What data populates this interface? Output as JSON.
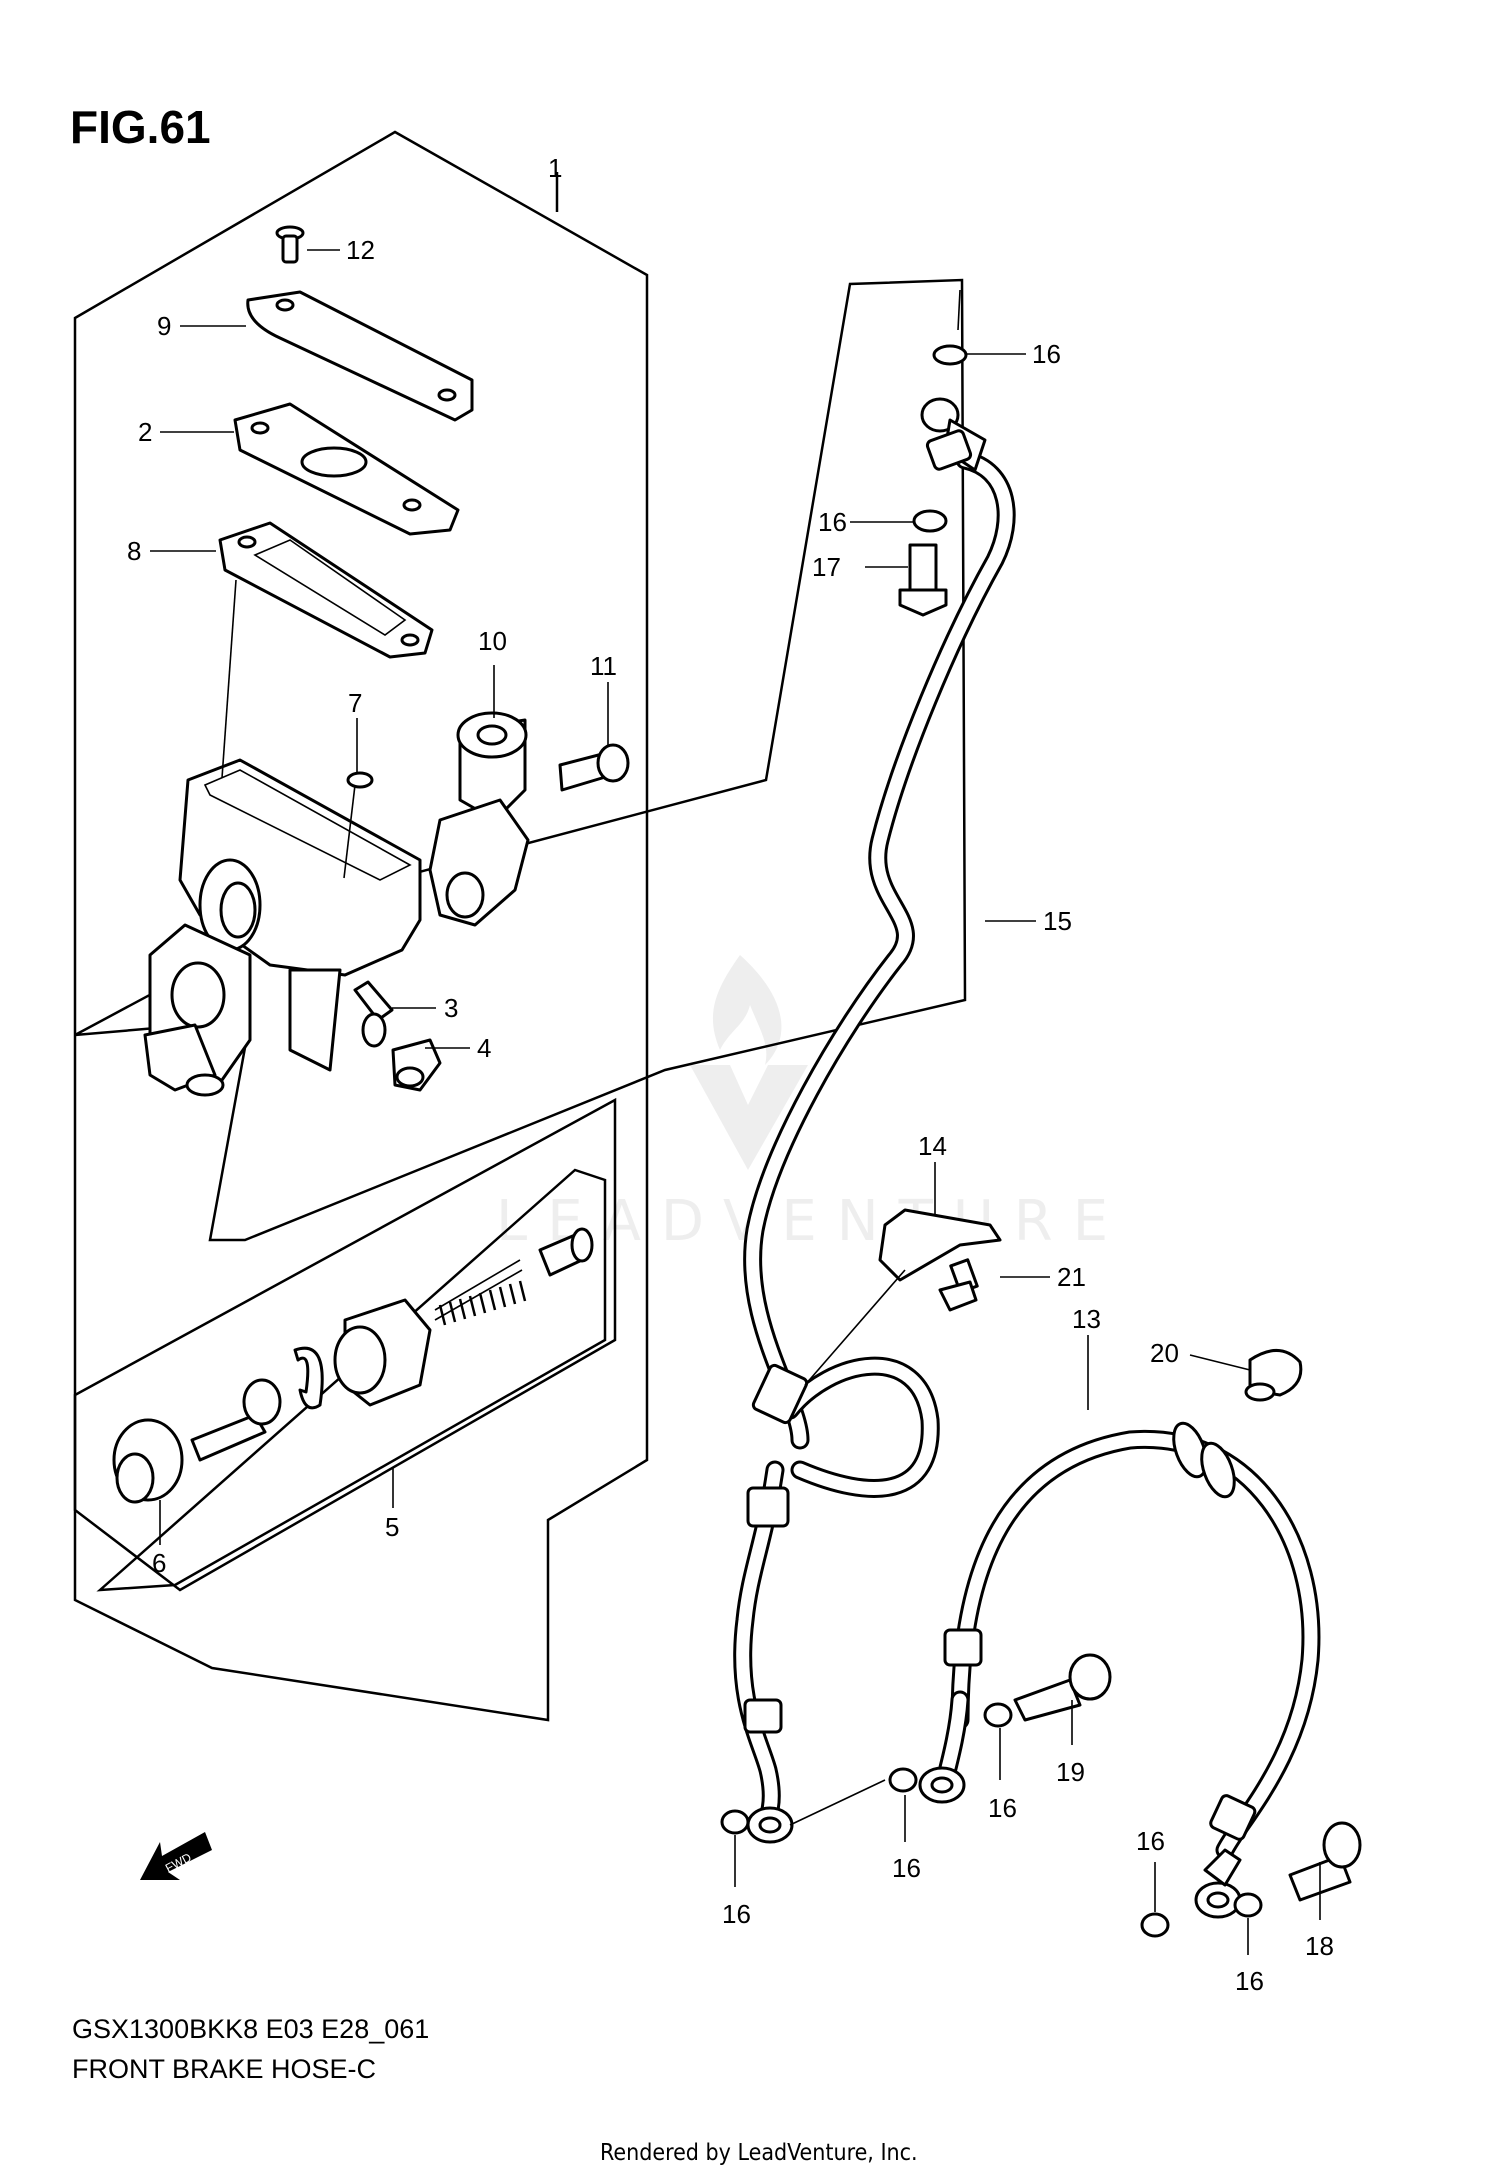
{
  "figure": {
    "title": "FIG.61"
  },
  "footer": {
    "model_code": "GSX1300BKK8 E03 E28_061",
    "subtitle": "FRONT BRAKE HOSE-C",
    "credit": "Rendered by LeadVenture, Inc."
  },
  "watermark": {
    "text": "LEADVENTURE"
  },
  "fwd_label": "FWD",
  "callouts": [
    {
      "label": "1"
    },
    {
      "label": "12"
    },
    {
      "label": "9"
    },
    {
      "label": "2"
    },
    {
      "label": "8"
    },
    {
      "label": "10"
    },
    {
      "label": "11"
    },
    {
      "label": "7"
    },
    {
      "label": "3"
    },
    {
      "label": "4"
    },
    {
      "label": "5"
    },
    {
      "label": "6"
    },
    {
      "label": "16"
    },
    {
      "label": "16"
    },
    {
      "label": "17"
    },
    {
      "label": "15"
    },
    {
      "label": "14"
    },
    {
      "label": "21"
    },
    {
      "label": "13"
    },
    {
      "label": "20"
    },
    {
      "label": "19"
    },
    {
      "label": "16"
    },
    {
      "label": "16"
    },
    {
      "label": "16"
    },
    {
      "label": "16"
    },
    {
      "label": "16"
    },
    {
      "label": "18"
    }
  ]
}
